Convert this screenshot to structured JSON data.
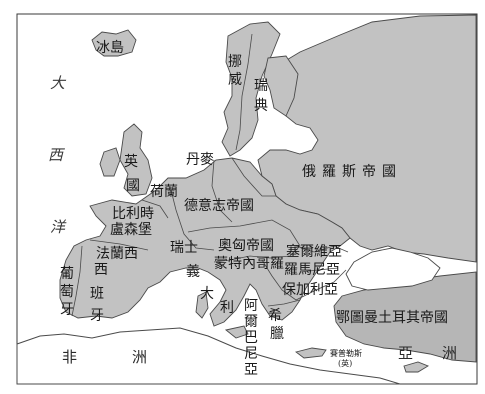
{
  "map": {
    "labels": {
      "iceland": "冰島",
      "norway": "挪\n威",
      "sweden": "瑞\n典",
      "russia": "俄羅斯帝國",
      "denmark": "丹麥",
      "britain_ying": "英",
      "britain_guo": "國",
      "netherlands": "荷蘭",
      "germany": "德意志帝國",
      "belgium": "比利時",
      "luxembourg": "盧森堡",
      "france": "法蘭西",
      "switzerland": "瑞士",
      "austria": "奧匈帝國",
      "serbia": "塞爾維亞",
      "montenegro": "蒙特內哥羅",
      "romania": "羅馬尼亞",
      "bulgaria": "保加利亞",
      "portugal": "葡\n萄\n牙",
      "spain": "西\n班\n牙",
      "italy": "義\n大\n利",
      "albania": "阿\n爾\n巴\n尼\n亞",
      "greece": "希\n臘",
      "ottoman": "鄂圖曼土耳其帝國",
      "cyprus": "賽普勒斯\n(英)",
      "africa_fei": "非",
      "africa_zhou": "洲",
      "asia_ya": "亞",
      "asia_zhou": "洲",
      "atlantic_da": "大",
      "atlantic_xi": "西",
      "atlantic_yang": "洋"
    }
  }
}
